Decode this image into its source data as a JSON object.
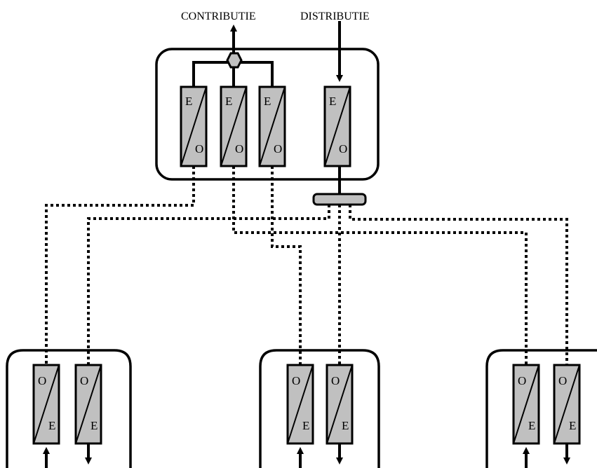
{
  "labels": {
    "contributie": "CONTRIBUTIE",
    "distributie": "DISTRIBUTIE"
  },
  "converter": {
    "e": "E",
    "o": "O"
  },
  "colors": {
    "converter_fill": "#c0c0c0",
    "line": "#000000",
    "background": "#ffffff"
  }
}
